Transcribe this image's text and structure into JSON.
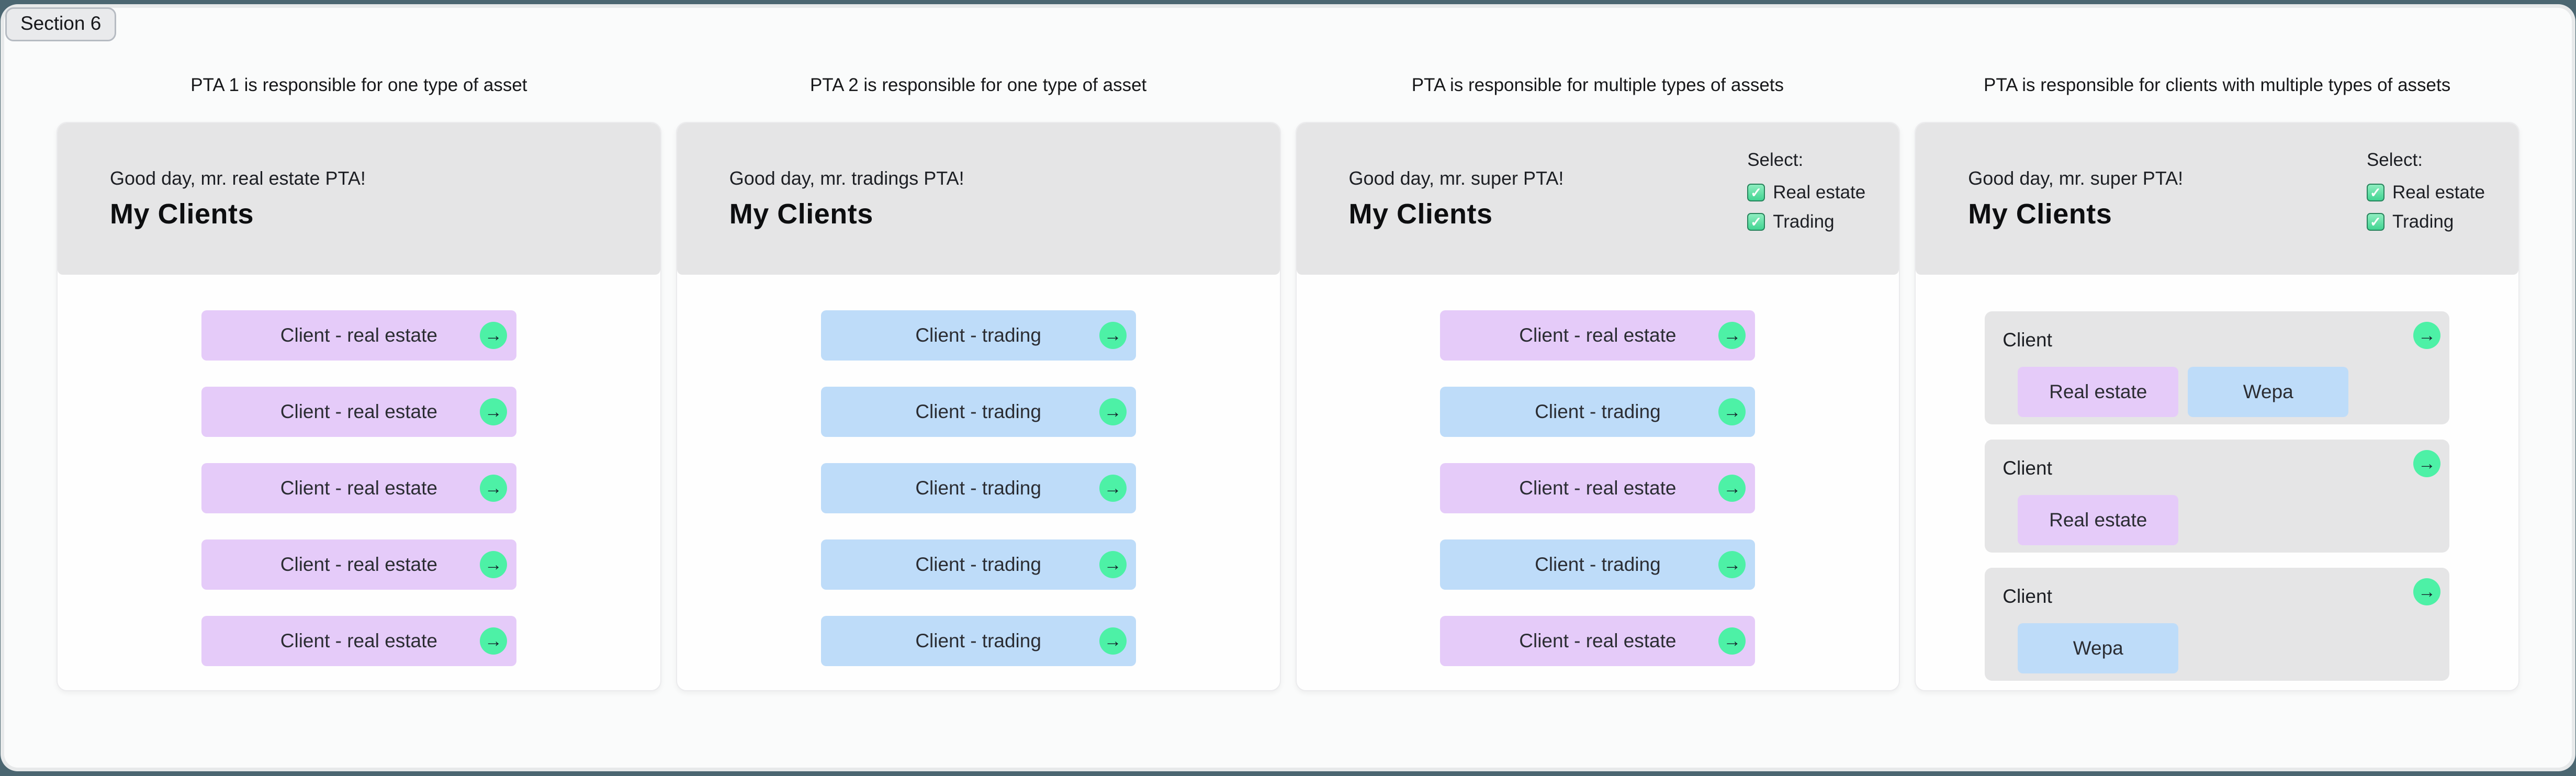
{
  "badge": "Section 6",
  "icons": {
    "arrow": "→",
    "check": "✓"
  },
  "colors": {
    "frame": "#4b6671",
    "surface": "#fafbfb",
    "header_gray": "#e5e5e6",
    "real_estate_purple": "#e5cbf9",
    "trading_blue": "#bedcf9",
    "action_green": "#4df1a6"
  },
  "panels": [
    {
      "title": "PTA 1 is responsible for one type of asset",
      "greeting": "Good day, mr. real estate PTA!",
      "heading": "My Clients",
      "rows": [
        {
          "label": "Client - real estate",
          "type": "realestate"
        },
        {
          "label": "Client - real estate",
          "type": "realestate"
        },
        {
          "label": "Client - real estate",
          "type": "realestate"
        },
        {
          "label": "Client - real estate",
          "type": "realestate"
        },
        {
          "label": "Client - real estate",
          "type": "realestate"
        }
      ]
    },
    {
      "title": "PTA 2 is responsible for one type of asset",
      "greeting": "Good day, mr. tradings PTA!",
      "heading": "My Clients",
      "rows": [
        {
          "label": "Client - trading",
          "type": "trading"
        },
        {
          "label": "Client - trading",
          "type": "trading"
        },
        {
          "label": "Client - trading",
          "type": "trading"
        },
        {
          "label": "Client - trading",
          "type": "trading"
        },
        {
          "label": "Client - trading",
          "type": "trading"
        }
      ]
    },
    {
      "title": "PTA is responsible for multiple types of assets",
      "greeting": "Good day, mr. super PTA!",
      "heading": "My Clients",
      "select": {
        "label": "Select:",
        "options": [
          {
            "label": "Real estate",
            "checked": true
          },
          {
            "label": "Trading",
            "checked": true
          }
        ]
      },
      "rows": [
        {
          "label": "Client - real estate",
          "type": "realestate"
        },
        {
          "label": "Client - trading",
          "type": "trading"
        },
        {
          "label": "Client - real estate",
          "type": "realestate"
        },
        {
          "label": "Client - trading",
          "type": "trading"
        },
        {
          "label": "Client - real estate",
          "type": "realestate"
        }
      ]
    },
    {
      "title": "PTA is responsible for clients with multiple types of assets",
      "greeting": "Good day, mr. super PTA!",
      "heading": "My Clients",
      "select": {
        "label": "Select:",
        "options": [
          {
            "label": "Real estate",
            "checked": true
          },
          {
            "label": "Trading",
            "checked": true
          }
        ]
      },
      "cards": [
        {
          "label": "Client",
          "chips": [
            {
              "label": "Real estate",
              "type": "realestate"
            },
            {
              "label": "Wepa",
              "type": "trading"
            }
          ]
        },
        {
          "label": "Client",
          "chips": [
            {
              "label": "Real estate",
              "type": "realestate"
            }
          ]
        },
        {
          "label": "Client",
          "chips": [
            {
              "label": "Wepa",
              "type": "trading"
            }
          ]
        }
      ]
    }
  ]
}
